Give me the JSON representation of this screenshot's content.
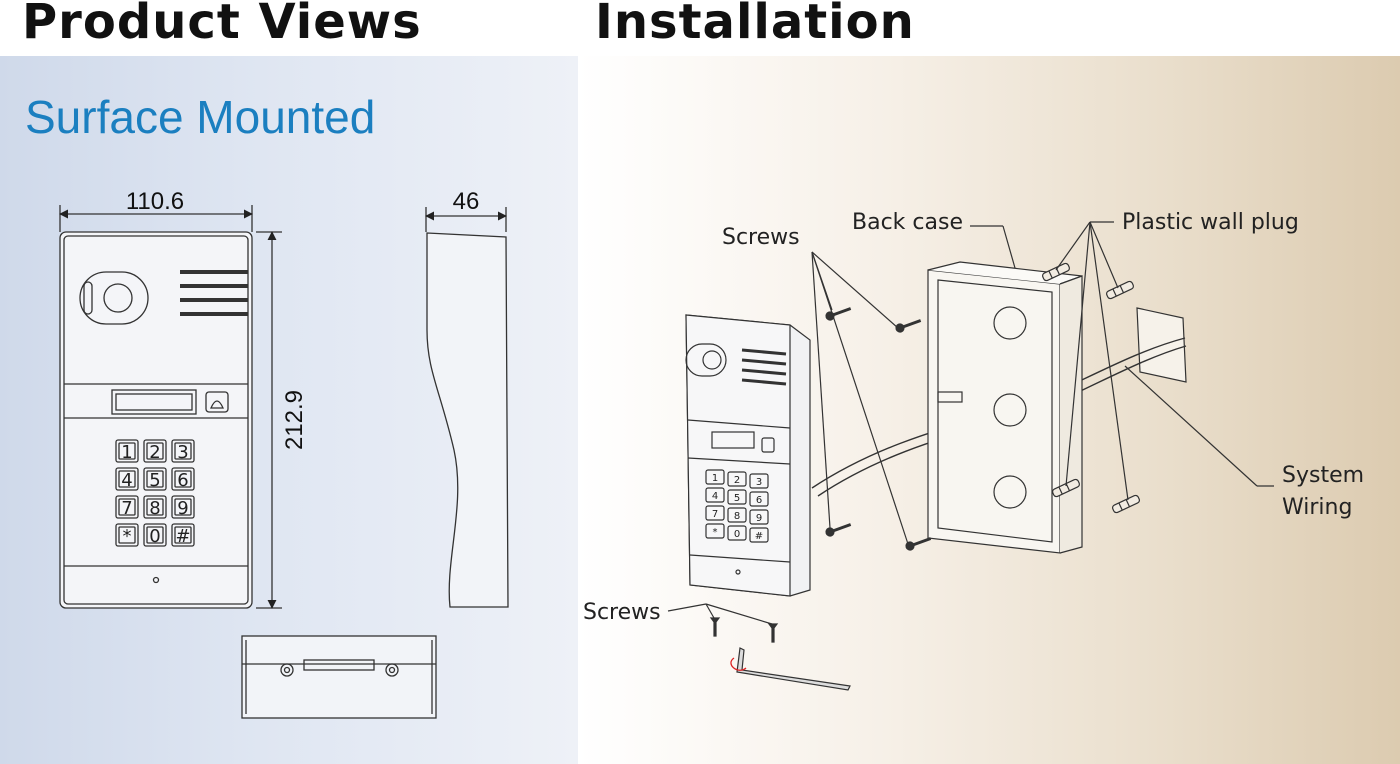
{
  "headings": {
    "product_views": "Product Views",
    "installation": "Installation",
    "surface_mounted": "Surface Mounted"
  },
  "dimensions": {
    "width": "110.6",
    "depth": "46",
    "height": "212.9"
  },
  "keypad": [
    "1",
    "2",
    "3",
    "4",
    "5",
    "6",
    "7",
    "8",
    "9",
    "*",
    "0",
    "#"
  ],
  "labels": {
    "screws_top": "Screws",
    "back_case": "Back case",
    "plastic_wall_plug": "Plastic wall plug",
    "system_wiring_line1": "System",
    "system_wiring_line2": "Wiring",
    "screws_bottom": "Screws"
  },
  "colors": {
    "subtitle": "#1b7fc0",
    "left_background": "#dfe6f2",
    "right_background": "#eadfcd"
  }
}
